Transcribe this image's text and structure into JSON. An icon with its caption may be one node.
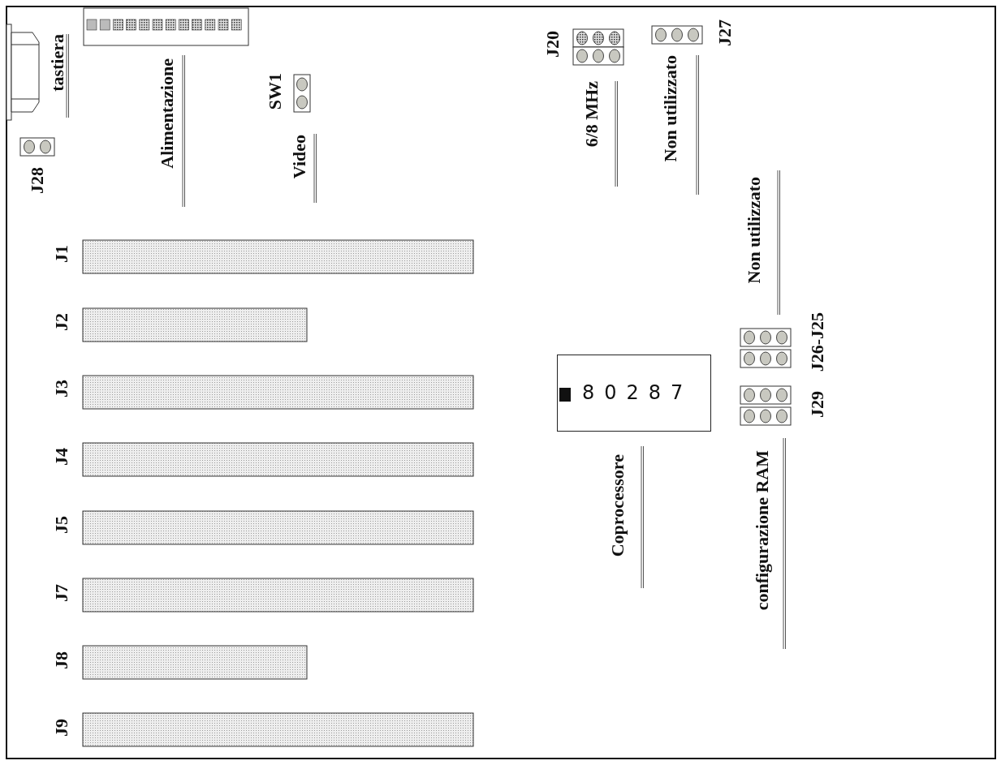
{
  "diagram": {
    "nodes": [
      {
        "text": [
          "80287"
        ],
        "beside": [
          "Coprocessore"
        ]
      },
      {
        "text": [],
        "shape": "bar"
      },
      {
        "text": [],
        "shape": "bar"
      },
      {
        "text": [],
        "shape": "bar"
      },
      {
        "text": [],
        "shape": "bar"
      },
      {
        "text": [],
        "shape": "bar"
      },
      {
        "text": [],
        "shape": "bar"
      },
      {
        "text": [],
        "shape": "bar"
      },
      {
        "text": [],
        "shape": "bar"
      }
    ],
    "labels": [
      "tastiera",
      "Alimentazione",
      "SW1",
      "Video",
      "J20",
      "6/8 MHz",
      "J27",
      "Non utilizzato",
      "J28",
      "Non utilizzato",
      "J1",
      "J2",
      "J26-J25",
      "J3",
      "J29",
      "J4",
      "configurazione RAM",
      "J5",
      "J7",
      "J8",
      "J9"
    ]
  }
}
